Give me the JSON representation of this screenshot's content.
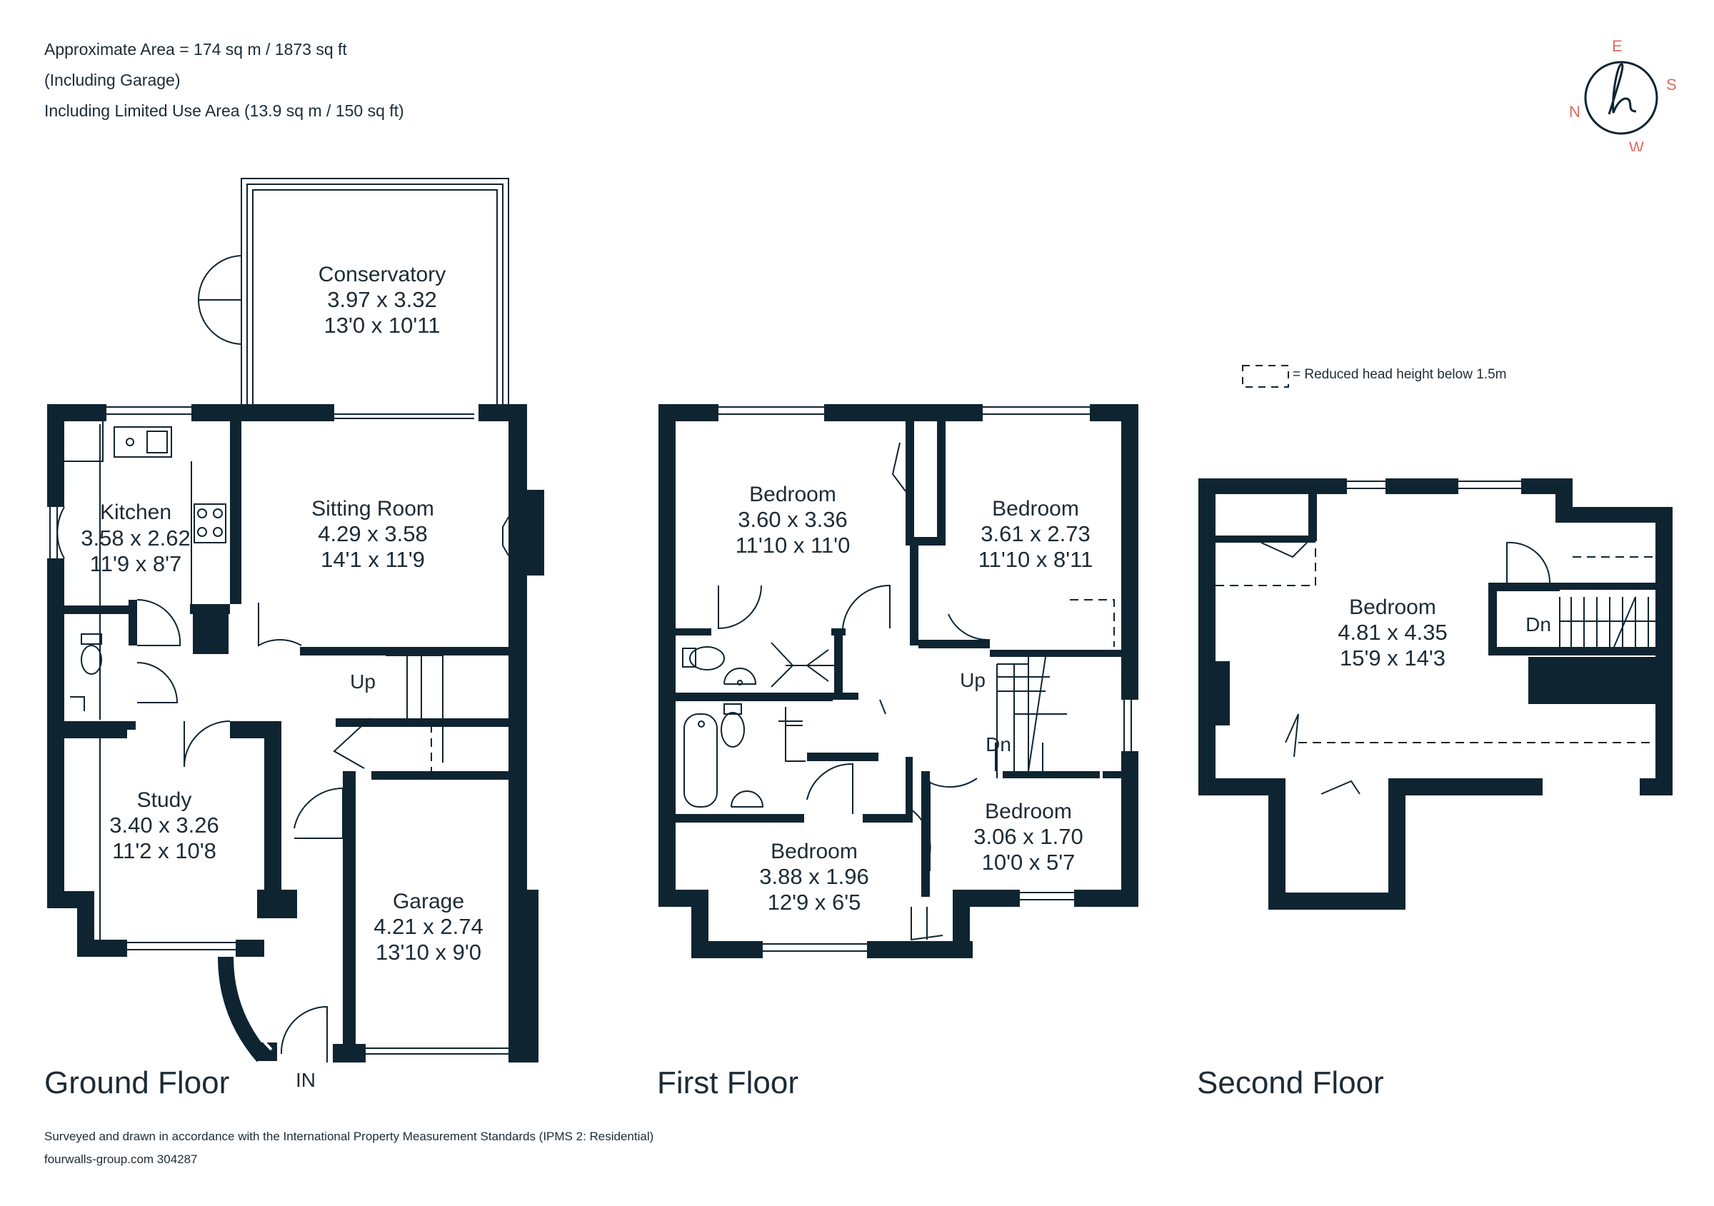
{
  "header": {
    "area": "Approximate Area = 174 sq m / 1873 sq ft",
    "garage_note": "(Including Garage)",
    "limited_use": "Including Limited Use Area (13.9 sq m / 150 sq ft)"
  },
  "legend": {
    "reduced_head_height": "= Reduced head height below 1.5m"
  },
  "compass": {
    "n": "N",
    "e": "E",
    "s": "S",
    "w": "W",
    "logo": "h"
  },
  "colors": {
    "wall": "#0f2431",
    "accent": "#e06b5e",
    "text": "#1d2b35"
  },
  "floors": {
    "ground": "Ground Floor",
    "first": "First Floor",
    "second": "Second Floor"
  },
  "rooms": {
    "conservatory": {
      "name": "Conservatory",
      "metric": "3.97 x 3.32",
      "imperial": "13'0 x 10'11"
    },
    "kitchen": {
      "name": "Kitchen",
      "metric": "3.58 x 2.62",
      "imperial": "11'9 x 8'7"
    },
    "sitting": {
      "name": "Sitting Room",
      "metric": "4.29 x 3.58",
      "imperial": "14'1 x 11'9"
    },
    "study": {
      "name": "Study",
      "metric": "3.40 x 3.26",
      "imperial": "11'2 x 10'8"
    },
    "garage": {
      "name": "Garage",
      "metric": "4.21 x 2.74",
      "imperial": "13'10 x 9'0"
    },
    "bed1": {
      "name": "Bedroom",
      "metric": "3.60 x 3.36",
      "imperial": "11'10 x 11'0"
    },
    "bed2": {
      "name": "Bedroom",
      "metric": "3.61 x 2.73",
      "imperial": "11'10 x 8'11"
    },
    "bed3": {
      "name": "Bedroom",
      "metric": "3.88 x 1.96",
      "imperial": "12'9 x 6'5"
    },
    "bed4": {
      "name": "Bedroom",
      "metric": "3.06 x 1.70",
      "imperial": "10'0 x 5'7"
    },
    "bed5": {
      "name": "Bedroom",
      "metric": "4.81 x 4.35",
      "imperial": "15'9 x 14'3"
    }
  },
  "labels": {
    "up_ground": "Up",
    "up_first": "Up",
    "dn_first": "Dn",
    "dn_second": "Dn",
    "entrance": "IN"
  },
  "footer": {
    "survey": "Surveyed and drawn in accordance with the International Property Measurement Standards (IPMS 2: Residential)",
    "ref": "fourwalls-group.com 304287"
  }
}
